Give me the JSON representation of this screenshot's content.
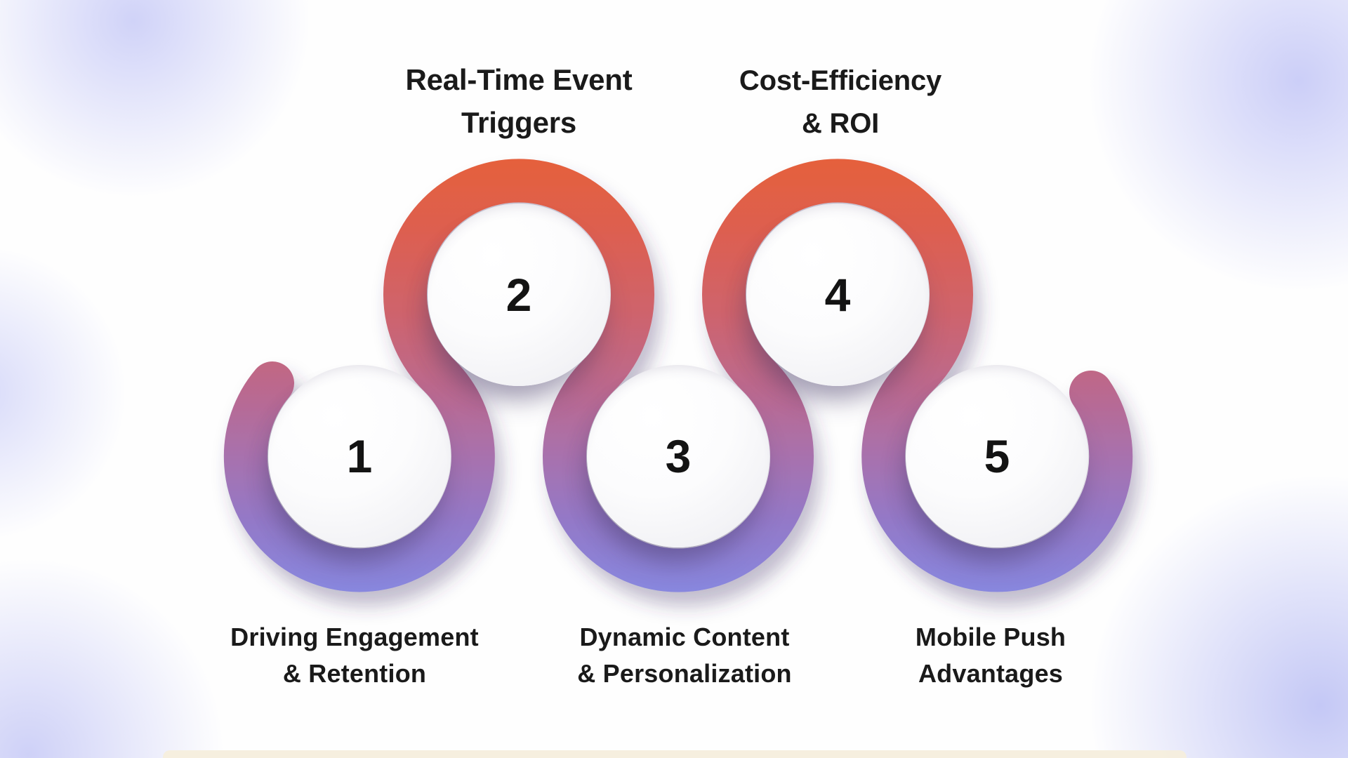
{
  "steps": [
    {
      "number": "1",
      "title_line1": "Driving Engagement",
      "title_line2": "& Retention"
    },
    {
      "number": "2",
      "title_line1": "Real-Time Event",
      "title_line2": "Triggers"
    },
    {
      "number": "3",
      "title_line1": "Dynamic Content",
      "title_line2": "& Personalization"
    },
    {
      "number": "4",
      "title_line1": "Cost-Efficiency",
      "title_line2": "& ROI"
    },
    {
      "number": "5",
      "title_line1": "Mobile Push",
      "title_line2": "Advantages"
    }
  ],
  "colors": {
    "ribbon_gradient": [
      "#E5603C",
      "#DC5F52",
      "#CE646D",
      "#BC688C",
      "#A971AC",
      "#9379C8",
      "#8887DE"
    ],
    "text": "#1A1A1A",
    "number": "#131313",
    "background_blob": "#C7CAF6",
    "bottom_bar": "#F5EEDD"
  }
}
